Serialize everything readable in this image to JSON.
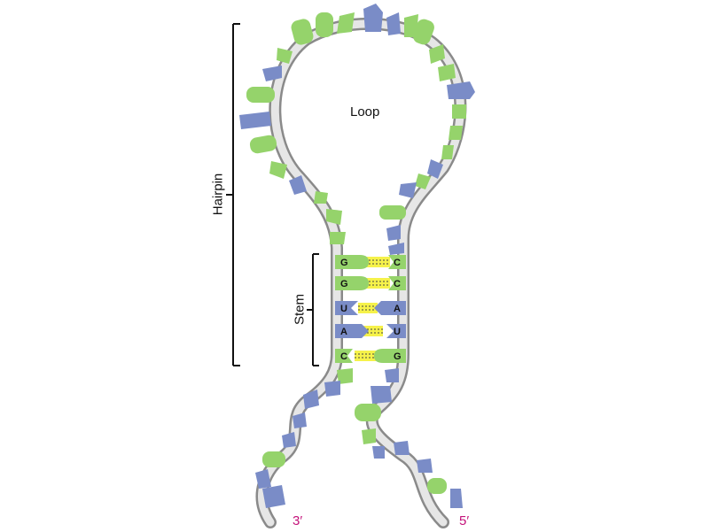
{
  "labels": {
    "loop": "Loop",
    "hairpin": "Hairpin",
    "stem": "Stem",
    "end_3": "3′",
    "end_5": "5′"
  },
  "stem_pairs": [
    {
      "left": "G",
      "right": "C"
    },
    {
      "left": "G",
      "right": "C"
    },
    {
      "left": "U",
      "right": "A"
    },
    {
      "left": "A",
      "right": "U"
    },
    {
      "left": "C",
      "right": "G"
    }
  ],
  "colors": {
    "purine_or_pyrimidine_green": "#95d36b",
    "blue": "#7a8cc7",
    "backbone": "#d9d9d9",
    "hydrogen_bond_fill": "#f6f24a",
    "end_label": "#c4127a"
  }
}
